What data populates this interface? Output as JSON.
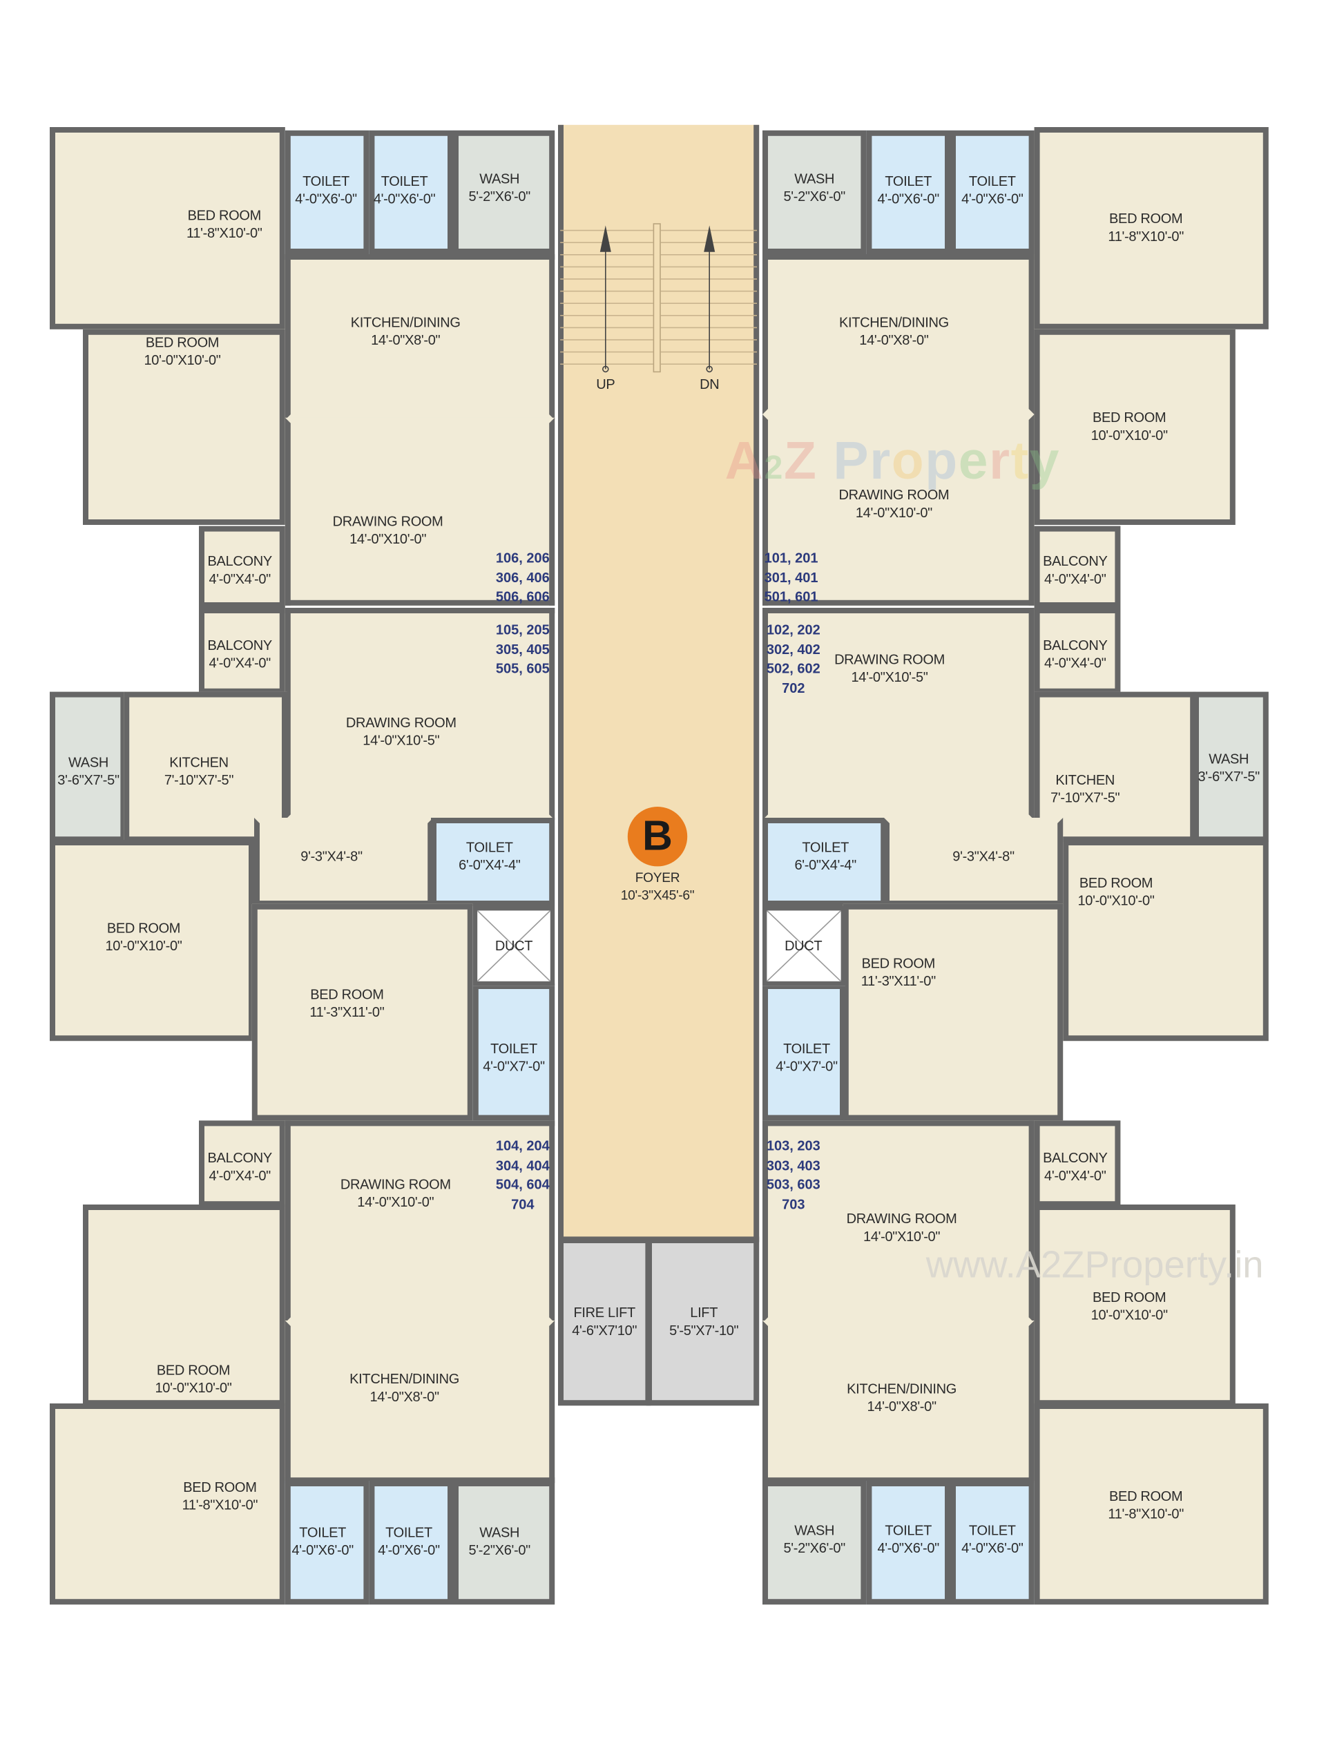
{
  "colors": {
    "room": "#f1ebd7",
    "toilet": "#d5eaf8",
    "wash": "#dde2dc",
    "wall": "#666666",
    "foyer": "#f3dfb6",
    "lift": "#d8d8d8",
    "badge": "#e97c1e",
    "unit_numbers": "#2c3a7c"
  },
  "units": [
    {
      "numbers": [
        "106, 206",
        "306, 406",
        "506, 606"
      ],
      "rooms": [
        {
          "name": "BED ROOM",
          "size": "11'-8\"X10'-0\""
        },
        {
          "name": "TOILET",
          "size": "4'-0\"X6'-0\""
        },
        {
          "name": "TOILET",
          "size": "4'-0\"X6'-0\""
        },
        {
          "name": "WASH",
          "size": "5'-2\"X6'-0\""
        },
        {
          "name": "KITCHEN/DINING",
          "size": "14'-0\"X8'-0\""
        },
        {
          "name": "BED ROOM",
          "size": "10'-0\"X10'-0\""
        },
        {
          "name": "DRAWING ROOM",
          "size": "14'-0\"X10'-0\""
        },
        {
          "name": "BALCONY",
          "size": "4'-0\"X4'-0\""
        }
      ]
    },
    {
      "numbers": [
        "101, 201",
        "301, 401",
        "501, 601"
      ],
      "rooms": [
        {
          "name": "WASH",
          "size": "5'-2\"X6'-0\""
        },
        {
          "name": "TOILET",
          "size": "4'-0\"X6'-0\""
        },
        {
          "name": "TOILET",
          "size": "4'-0\"X6'-0\""
        },
        {
          "name": "BED ROOM",
          "size": "11'-8\"X10'-0\""
        },
        {
          "name": "KITCHEN/DINING",
          "size": "14'-0\"X8'-0\""
        },
        {
          "name": "BED ROOM",
          "size": "10'-0\"X10'-0\""
        },
        {
          "name": "DRAWING ROOM",
          "size": "14'-0\"X10'-0\""
        },
        {
          "name": "BALCONY",
          "size": "4'-0\"X4'-0\""
        }
      ]
    },
    {
      "numbers": [
        "105, 205",
        "305, 405",
        "505, 605"
      ],
      "rooms": [
        {
          "name": "BALCONY",
          "size": "4'-0\"X4'-0\""
        },
        {
          "name": "DRAWING ROOM",
          "size": "14'-0\"X10'-5\""
        },
        {
          "name": "WASH",
          "size": "3'-6\"X7'-5\""
        },
        {
          "name": "KITCHEN",
          "size": "7'-10\"X7'-5\""
        },
        {
          "name": "",
          "size": "9'-3\"X4'-8\""
        },
        {
          "name": "TOILET",
          "size": "6'-0\"X4'-4\""
        },
        {
          "name": "BED ROOM",
          "size": "10'-0\"X10'-0\""
        },
        {
          "name": "BED ROOM",
          "size": "11'-3\"X11'-0\""
        },
        {
          "name": "TOILET",
          "size": "4'-0\"X7'-0\""
        }
      ]
    },
    {
      "numbers": [
        "102, 202",
        "302, 402",
        "502, 602",
        "702"
      ],
      "rooms": [
        {
          "name": "DRAWING ROOM",
          "size": "14'-0\"X10'-5\""
        },
        {
          "name": "BALCONY",
          "size": "4'-0\"X4'-0\""
        },
        {
          "name": "KITCHEN",
          "size": "7'-10\"X7'-5\""
        },
        {
          "name": "WASH",
          "size": "3'-6\"X7'-5\""
        },
        {
          "name": "TOILET",
          "size": "6'-0\"X4'-4\""
        },
        {
          "name": "",
          "size": "9'-3\"X4'-8\""
        },
        {
          "name": "BED ROOM",
          "size": "10'-0\"X10'-0\""
        },
        {
          "name": "BED ROOM",
          "size": "11'-3\"X11'-0\""
        },
        {
          "name": "TOILET",
          "size": "4'-0\"X7'-0\""
        }
      ]
    },
    {
      "numbers": [
        "104, 204",
        "304, 404",
        "504, 604",
        "704"
      ],
      "rooms": [
        {
          "name": "BALCONY",
          "size": "4'-0\"X4'-0\""
        },
        {
          "name": "DRAWING ROOM",
          "size": "14'-0\"X10'-0\""
        },
        {
          "name": "BED ROOM",
          "size": "10'-0\"X10'-0\""
        },
        {
          "name": "KITCHEN/DINING",
          "size": "14'-0\"X8'-0\""
        },
        {
          "name": "BED ROOM",
          "size": "11'-8\"X10'-0\""
        },
        {
          "name": "TOILET",
          "size": "4'-0\"X6'-0\""
        },
        {
          "name": "TOILET",
          "size": "4'-0\"X6'-0\""
        },
        {
          "name": "WASH",
          "size": "5'-2\"X6'-0\""
        }
      ]
    },
    {
      "numbers": [
        "103, 203",
        "303, 403",
        "503, 603",
        "703"
      ],
      "rooms": [
        {
          "name": "DRAWING ROOM",
          "size": "14'-0\"X10'-0\""
        },
        {
          "name": "BALCONY",
          "size": "4'-0\"X4'-0\""
        },
        {
          "name": "BED ROOM",
          "size": "10'-0\"X10'-0\""
        },
        {
          "name": "KITCHEN/DINING",
          "size": "14'-0\"X8'-0\""
        },
        {
          "name": "BED ROOM",
          "size": "11'-8\"X10'-0\""
        },
        {
          "name": "WASH",
          "size": "5'-2\"X6'-0\""
        },
        {
          "name": "TOILET",
          "size": "4'-0\"X6'-0\""
        },
        {
          "name": "TOILET",
          "size": "4'-0\"X6'-0\""
        }
      ]
    }
  ],
  "core": {
    "badge": "B",
    "foyer": {
      "name": "FOYER",
      "size": "10'-3\"X45'-6\""
    },
    "stairs": {
      "up": "UP",
      "dn": "DN"
    },
    "ducts": [
      "DUCT",
      "DUCT"
    ],
    "lifts": [
      {
        "name": "FIRE LIFT",
        "size": "4'-6\"X7'10\""
      },
      {
        "name": "LIFT",
        "size": "5'-5\"X7'-10\""
      }
    ]
  },
  "watermark": {
    "logo": "A2Z Property",
    "url": "www.A2ZProperty.in"
  }
}
